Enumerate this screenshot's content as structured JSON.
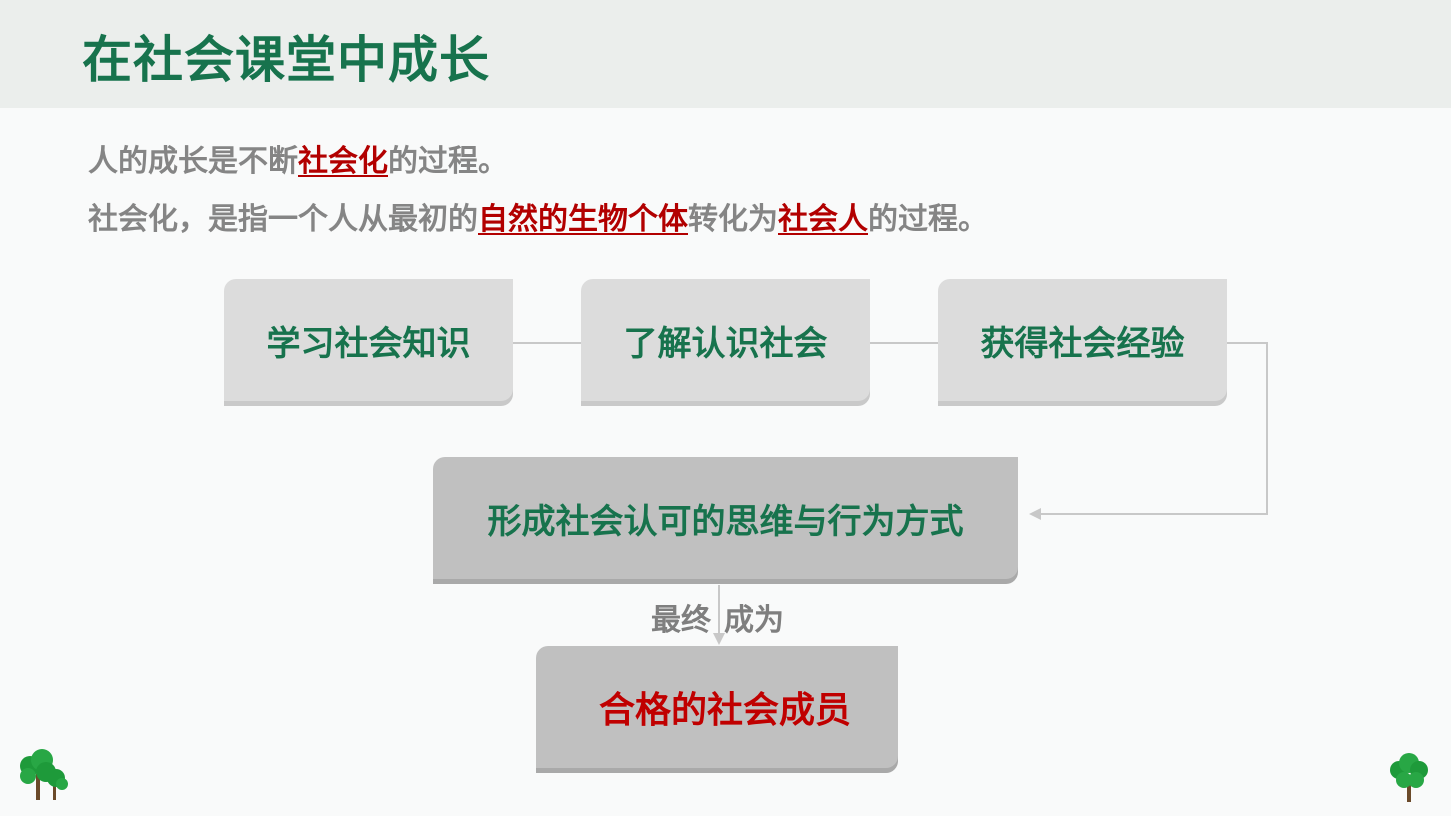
{
  "header": {
    "title": "在社会课堂中成长"
  },
  "intro": {
    "line1": {
      "pre": "人的成长是不断",
      "highlight": "社会化",
      "post": "的过程。"
    },
    "line2": {
      "pre": "社会化，是指一个人从最初的",
      "highlight1": "自然的生物个体",
      "mid": "转化为",
      "highlight2": "社会人",
      "post": "的过程。"
    }
  },
  "flow": {
    "steps": [
      "学习社会知识",
      "了解认识社会",
      "获得社会经验"
    ],
    "result": "形成社会认可的思维与行为方式",
    "arrow_label_left": "最终",
    "arrow_label_right": "成为",
    "final": "合格的社会成员"
  },
  "colors": {
    "accent_green": "#17734d",
    "highlight_red": "#b20000",
    "final_red": "#c00000",
    "muted_text": "#858585",
    "tree_green": "#1e9a3a"
  },
  "icons": [
    "tree-icon",
    "tree-icon"
  ]
}
